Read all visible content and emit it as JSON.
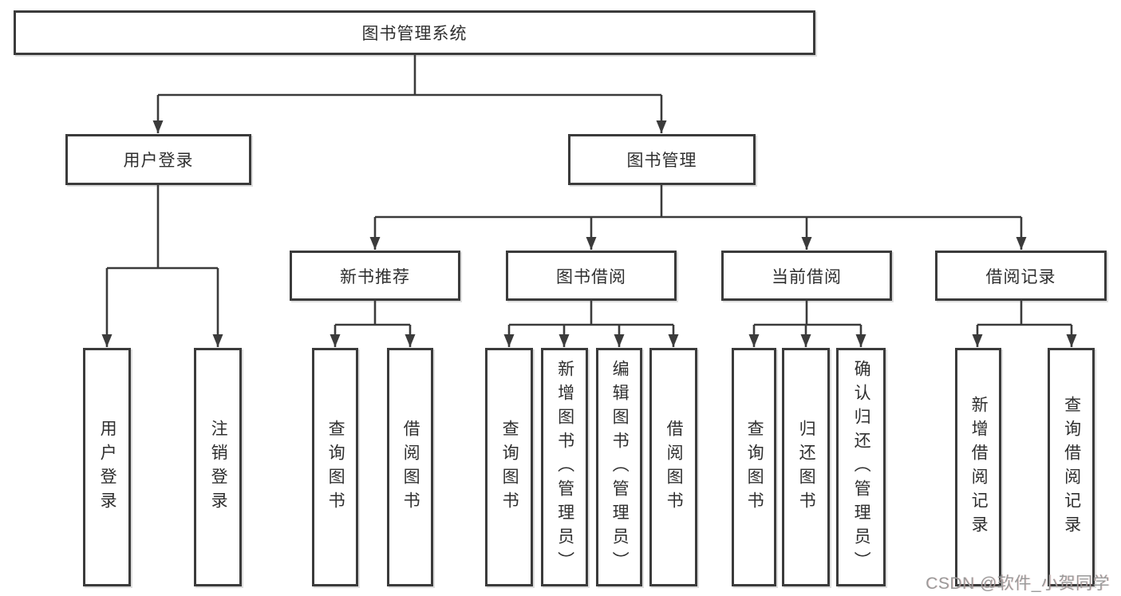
{
  "diagram": {
    "title": "图书管理系统",
    "branches": [
      {
        "label": "用户登录",
        "children": [
          "用户登录",
          "注销登录"
        ]
      },
      {
        "label": "图书管理",
        "sections": [
          {
            "label": "新书推荐",
            "children": [
              "查询图书",
              "借阅图书"
            ]
          },
          {
            "label": "图书借阅",
            "children": [
              "查询图书",
              "新增图书（管理员）",
              "编辑图书（管理员）",
              "借阅图书"
            ]
          },
          {
            "label": "当前借阅",
            "children": [
              "查询图书",
              "归还图书",
              "确认归还（管理员）"
            ]
          },
          {
            "label": "借阅记录",
            "children": [
              "新增借阅记录",
              "查询借阅记录"
            ]
          }
        ]
      }
    ]
  },
  "watermark": {
    "text": "CSDN @软件_小贺同学"
  },
  "colors": {
    "line": "#3b3b3b",
    "text": "#2f2f2f",
    "watermark": "#9a9a9a",
    "background": "#ffffff"
  }
}
